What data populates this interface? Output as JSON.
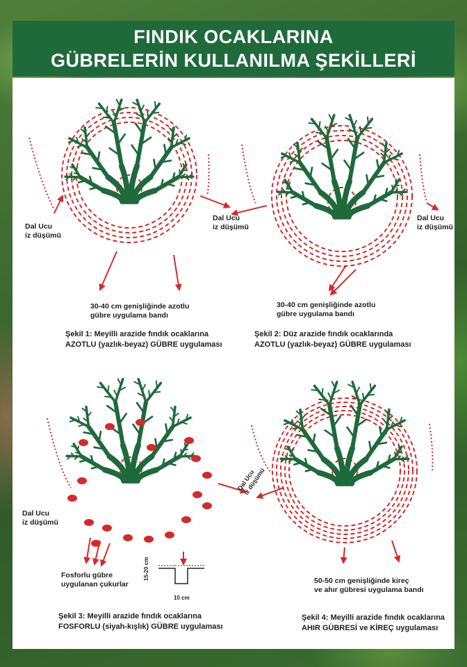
{
  "header": {
    "title_line1": "FINDIK OCAKLARINA",
    "title_line2": "GÜBRELERİN KULLANILMA ŞEKİLLERİ"
  },
  "colors": {
    "header_bg": "#1f6a3a",
    "tree": "#1e6a3c",
    "marker": "#d42a2a",
    "panel": "#ffffff"
  },
  "figures": [
    {
      "id": "sekil-1",
      "dal_ucu": "Dal Ucu",
      "iz_dusumu": "iz düşümü",
      "band_line1": "30-40 cm genişliğinde azotlu",
      "band_line2": "gübre uygulama bandı",
      "caption_line1": "Şekil 1: Meyilli arazide fındık ocaklarına",
      "caption_line2": "AZOTLU (yazlık-beyaz) GÜBRE uygulaması"
    },
    {
      "id": "sekil-2",
      "dal_ucu": "Dal Ucu",
      "iz_dusumu": "iz düşümü",
      "band_line1": "30-40 cm genişliğinde azotlu",
      "band_line2": "gübre uygulama bandı",
      "caption_line1": "Şekil 2: Düz arazide fındık ocaklarında",
      "caption_line2": "AZOTLU (yazlık-beyaz) GÜBRE uygulaması"
    },
    {
      "id": "sekil-3",
      "dal_ucu": "Dal Ucu",
      "iz_dusumu": "iz düşümü",
      "band_line1": "Fosforlu gübre",
      "band_line2": "uygulanan çukurlar",
      "depth_label": "15-20 cm",
      "width_label": "10 cm",
      "caption_line1": "Şekil 3: Meyilli arazide fındık ocaklarına",
      "caption_line2": "FOSFORLU (siyah-kışlık) GÜBRE uygulaması"
    },
    {
      "id": "sekil-4",
      "dal_ucu": "Dal Ucu",
      "iz_dusumu": "iz düşümü",
      "band_line1": "50-50 cm genişliğinde kireç",
      "band_line2": "ve ahır gübresi  uygulama bandı",
      "caption_line1": "Şekil 4: Meyilli arazide fındık ocaklarına",
      "caption_line2": "AHIR GÜBRESİ ve KİREÇ uygulaması"
    }
  ]
}
